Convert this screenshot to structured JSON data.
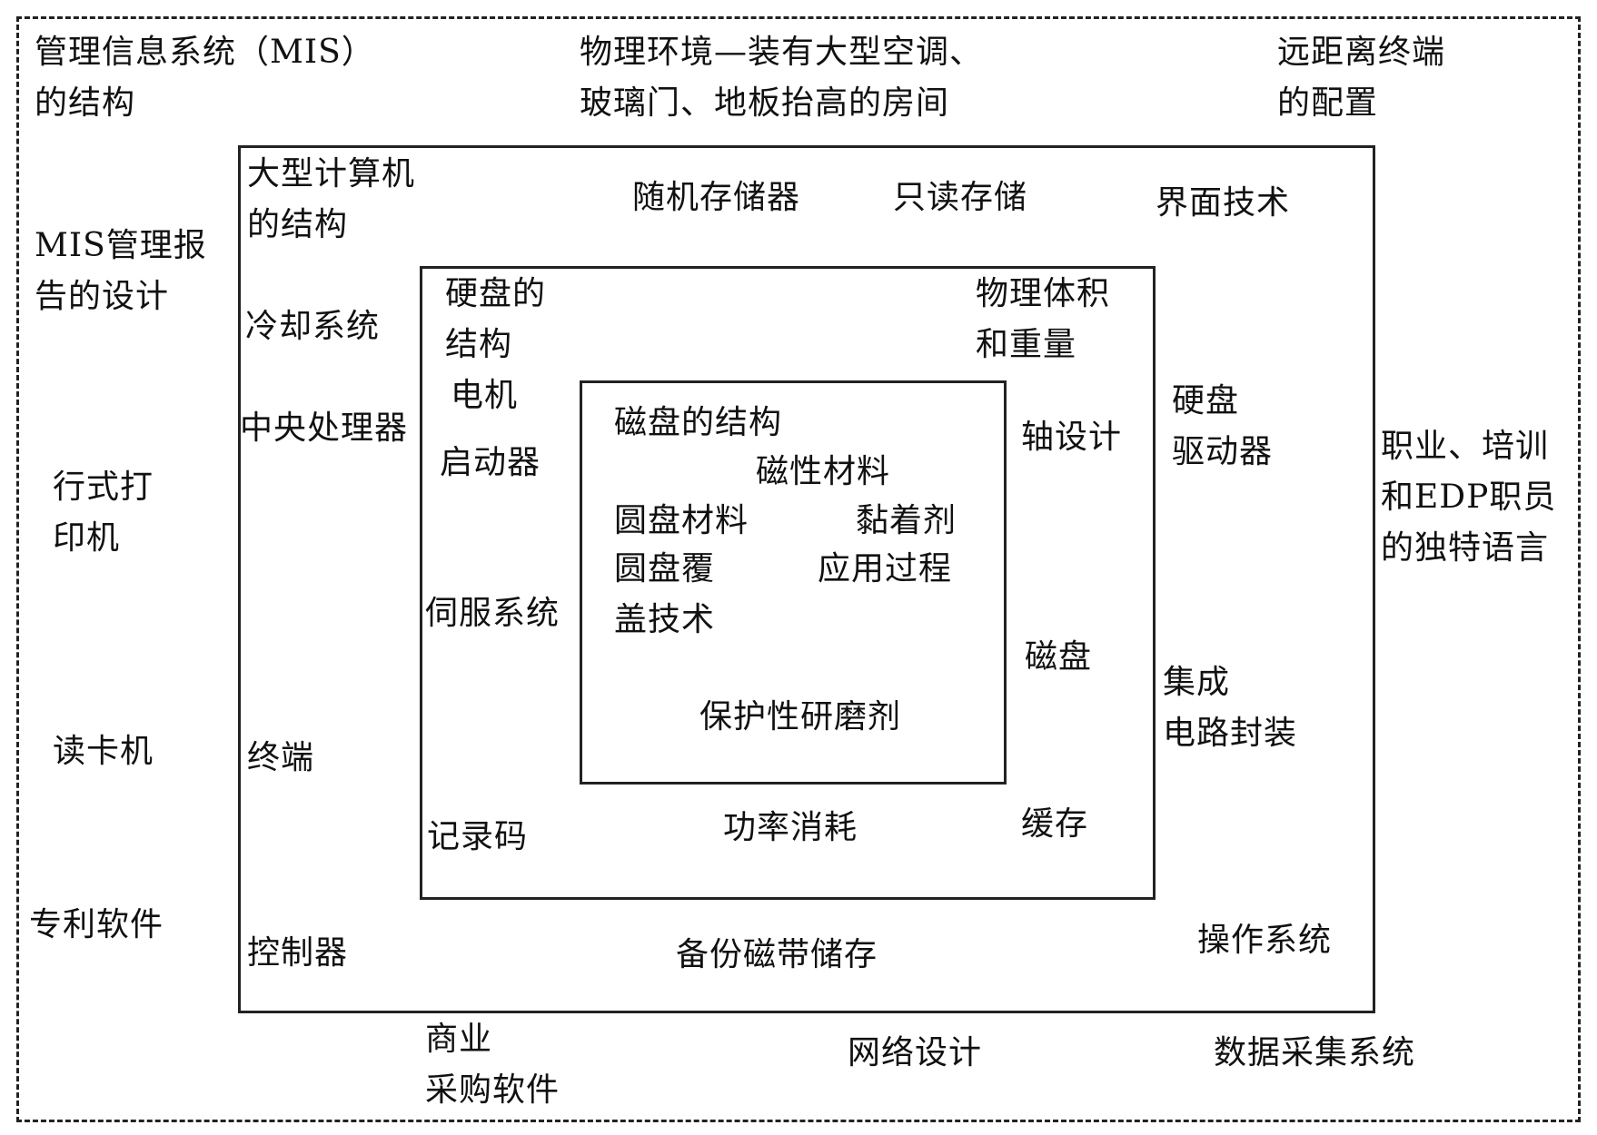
{
  "outer_labels": {
    "mis_structure": "管理信息系统（MIS）\n的结构",
    "physical_env": "物理环境—装有大型空调、\n玻璃门、地板抬高的房间",
    "remote_terminal": "远距离终端\n的配置",
    "mis_report": "MIS管理报\n告的设计",
    "line_printer": "行式打\n印机",
    "card_reader": "读卡机",
    "patent_software": "专利软件",
    "commercial_software": "商业\n采购软件",
    "network_design": "网络设计",
    "data_acquisition": "数据采集系统",
    "career_training": "职业、培训\n和EDP职员\n的独特语言"
  },
  "mid_labels": {
    "mainframe_structure": "大型计算机\n的结构",
    "ram": "随机存储器",
    "rom": "只读存储",
    "interface_tech": "界面技术",
    "cooling": "冷却系统",
    "cpu": "中央处理器",
    "terminal": "终端",
    "controller": "控制器",
    "tape_backup": "备份磁带储存",
    "os": "操作系统",
    "disk_drive": "硬盘\n驱动器",
    "ic_packaging": "集成\n电路封装"
  },
  "inner_labels": {
    "hdd_structure": "硬盘的\n结构",
    "motor": "电机",
    "starter": "启动器",
    "servo": "伺服系统",
    "record_code": "记录码",
    "power": "功率消耗",
    "cache": "缓存",
    "volume_weight": "物理体积\n和重量",
    "axis_design": "轴设计",
    "disk": "磁盘"
  },
  "core_labels": {
    "disk_structure": "磁盘的结构",
    "magnetic_material": "磁性材料",
    "disc_material": "圆盘材料",
    "adhesive": "黏着剂",
    "disc_cover": "圆盘覆\n盖技术",
    "application_process": "应用过程",
    "abrasive": "保护性研磨剂"
  }
}
